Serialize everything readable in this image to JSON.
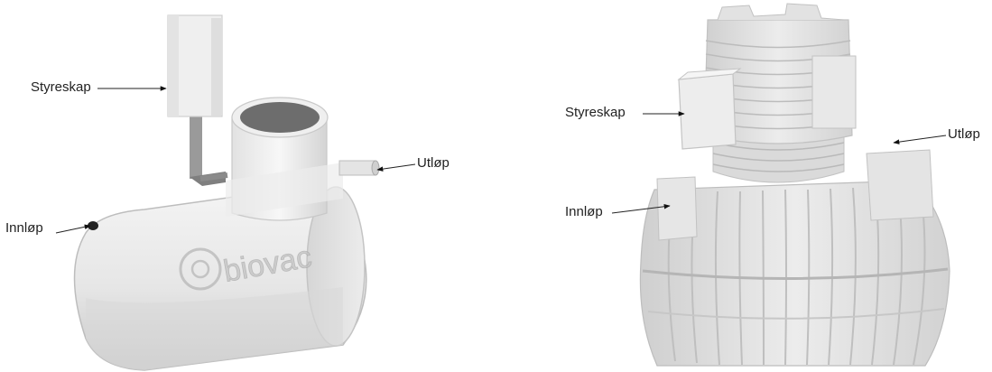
{
  "left_figure": {
    "labels": {
      "control_cabinet": "Styreskap",
      "outlet": "Utløp",
      "inlet": "Innløp"
    },
    "logo_text": "biovac"
  },
  "right_figure": {
    "labels": {
      "control_cabinet": "Styreskap",
      "outlet": "Utløp",
      "inlet": "Innløp"
    }
  }
}
